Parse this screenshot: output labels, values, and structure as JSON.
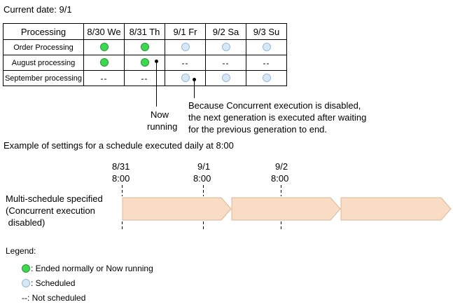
{
  "current_date": "Current date: 9/1",
  "table": {
    "headers": [
      "Processing",
      "8/30 We",
      "8/31 Th",
      "9/1 Fr",
      "9/2 Sa",
      "9/3 Su"
    ],
    "rows": [
      {
        "label": "Order Processing",
        "cells": [
          "ran",
          "ran",
          "scheduled",
          "scheduled",
          "scheduled"
        ]
      },
      {
        "label": "August processing",
        "cells": [
          "ran",
          "ran",
          "--",
          "--",
          "--"
        ]
      },
      {
        "label": "September processing",
        "cells": [
          "--",
          "--",
          "scheduled",
          "scheduled",
          "scheduled"
        ]
      }
    ],
    "dash_text": "--"
  },
  "annotation_now": {
    "line1": "Now",
    "line2": "running"
  },
  "annotation_concurrent": {
    "line1": "Because Concurrent execution is disabled,",
    "line2": "the next generation is executed after waiting",
    "line3": "for the previous generation to end."
  },
  "example_title": "Example of settings for a schedule executed daily at 8:00",
  "timeline": {
    "ticks": [
      {
        "date": "8/31",
        "time": "8:00"
      },
      {
        "date": "9/1",
        "time": "8:00"
      },
      {
        "date": "9/2",
        "time": "8:00"
      }
    ],
    "label": {
      "line1": "Multi-schedule specified",
      "line2": "(Concurrent execution",
      "line3": " disabled)"
    },
    "arrow_fill": "#f9dcc4",
    "arrow_stroke": "#d9b89c"
  },
  "legend": {
    "title": "Legend:",
    "items": [
      {
        "text": ": Ended normally or Now running"
      },
      {
        "text": ": Scheduled"
      },
      {
        "text": "--: Not scheduled"
      }
    ]
  },
  "colors": {
    "ran": "#3cd94f",
    "scheduled": "#d6e8f7"
  }
}
